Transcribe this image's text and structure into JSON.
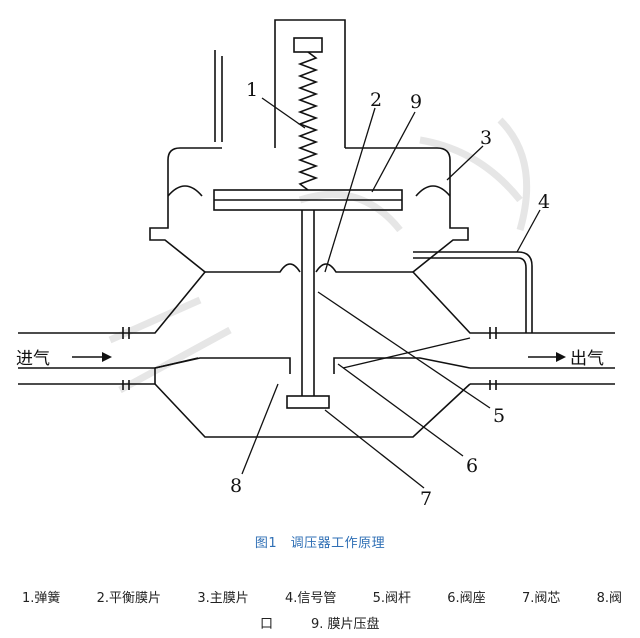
{
  "diagram": {
    "labels": [
      "1",
      "2",
      "3",
      "4",
      "5",
      "6",
      "7",
      "8",
      "9"
    ],
    "inlet": "进气",
    "outlet": "出气"
  },
  "caption": "图1　调压器工作原理",
  "legend": [
    "1.弹簧",
    "2.平衡膜片",
    "3.主膜片",
    "4.信号管",
    "5.阀杆",
    "6.阀座",
    "7.阀芯",
    "8.阀",
    "口",
    "9. 膜片压盘"
  ]
}
